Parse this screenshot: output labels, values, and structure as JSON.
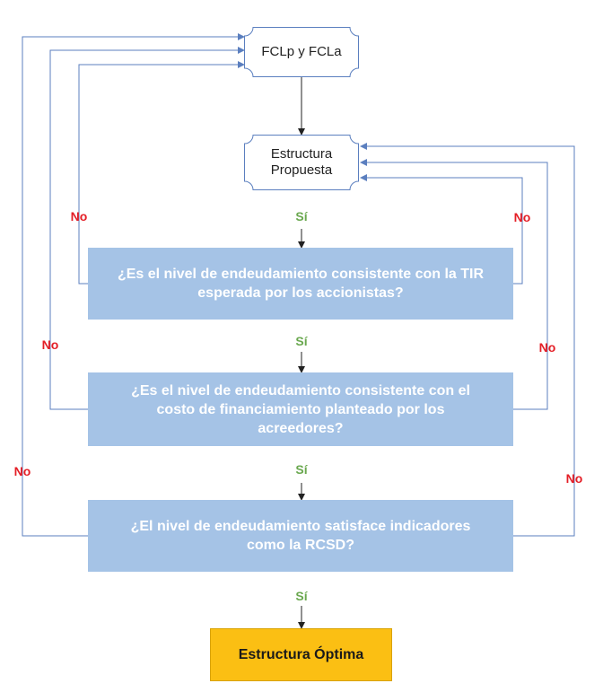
{
  "nodes": {
    "start": "FCLp y FCLa",
    "proposal_line1": "Estructura",
    "proposal_line2": "Propuesta",
    "q1_line1": "¿Es el nivel de endeudamiento consistente con la TIR",
    "q1_line2": "esperada por los accionistas?",
    "q2_line1": "¿Es el nivel de endeudamiento consistente con el",
    "q2_line2": "costo de financiamiento planteado por los",
    "q2_line3": "acreedores?",
    "q3_line1": "¿El nivel de endeudamiento satisface indicadores",
    "q3_line2": "como la RCSD?",
    "end": "Estructura Óptima"
  },
  "labels": {
    "yes": "Sí",
    "no": "No"
  },
  "colors": {
    "decision_fill": "#a5c3e6",
    "end_fill": "#fbbf13",
    "loop_line": "#5b7fbf",
    "flow_line": "#222222",
    "no_label": "#e41e26",
    "yes_label": "#6aa84f"
  }
}
